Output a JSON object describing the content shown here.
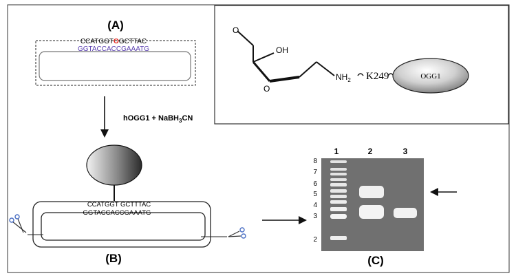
{
  "panel_a": {
    "label": "(A)",
    "top_strand": {
      "before": "CCATGGT",
      "lesion": "O",
      "after": "GCTTAC"
    },
    "bottom_strand": "GGTACCACCGAAATG",
    "colors": {
      "lesion": "#e0251b",
      "bottom_strand": "#5a3fb0"
    }
  },
  "reaction": {
    "prefix": "hOGG1 + NaBH",
    "subscript": "3",
    "suffix": "CN"
  },
  "structure": {
    "o_top": "O",
    "oh": "OH",
    "o_bottom": "O",
    "nh2": "NH",
    "nh2_sub": "2",
    "lys": "K249",
    "enzyme": "OGG1"
  },
  "panel_b": {
    "label": "(B)",
    "top_strand": "CCATGGT  GCTTTAC",
    "bottom_strand": "GGTACCACCGAAATG"
  },
  "gel": {
    "label": "(C)",
    "lanes": [
      "1",
      "2",
      "3"
    ],
    "ladder": [
      "8",
      "7",
      "6",
      "5",
      "4",
      "3",
      "2"
    ]
  }
}
